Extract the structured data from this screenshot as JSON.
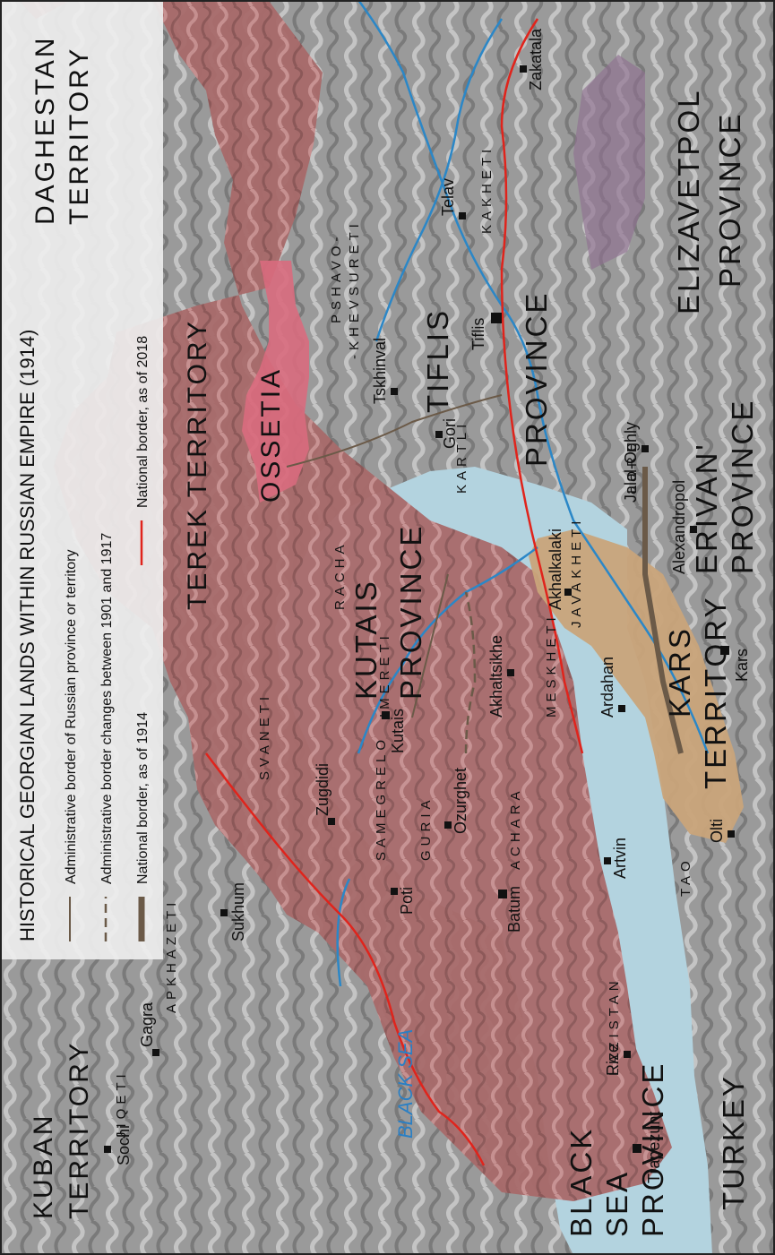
{
  "title": "HISTORICAL GEORGIAN LANDS WITHIN RUSSIAN EMPIRE (1914)",
  "legend": [
    {
      "label": "Administrative border of Russian  province or territory",
      "style": "solid-thin",
      "color": "#6b5a48"
    },
    {
      "label": "Administrative border changes between 1901 and 1917",
      "style": "dashed",
      "color": "#6b5a48"
    },
    {
      "label": "National border, as of 1914",
      "style": "solid-thick",
      "color": "#6b5a48"
    },
    {
      "label": "National border, as of 2018",
      "style": "solid-red",
      "color": "#e0241c"
    }
  ],
  "provinces": {
    "kuban": [
      "KUBAN",
      "TERRITORY"
    ],
    "terek": "TEREK  TERRITORY",
    "daghestan": [
      "DAGHESTAN",
      "TERRITORY"
    ],
    "black_sea": [
      "BLACK",
      "SEA",
      "PROVINCE"
    ],
    "kutais": [
      "KUTAIS",
      "PROVINCE"
    ],
    "tiflis": "TIFLIS",
    "tiflis_province": "PROVINCE",
    "elizavetpol": [
      "ELIZAVETPOL",
      "PROVINCE"
    ],
    "erivan": [
      "ERIVAN'",
      "PROVINCE"
    ],
    "kars": [
      "KARS",
      "TERRITORY"
    ],
    "turkey": "TURKEY",
    "ossetia": "OSSETIA"
  },
  "regions": {
    "jiqeti": "JIQETI",
    "apkhazeti": "APKHAZETI",
    "svaneti": "SVANETI",
    "samegrelo": "SAMEGRELO",
    "racha": "RACHA",
    "imereti": "IMERETI",
    "guria": "GURIA",
    "achara": "ACHARA",
    "meskheti": "MESKHETI",
    "javakheti": "JAVAKHETI",
    "kartli": "KARTLI",
    "pshavo": "PSHAVO-",
    "khevsureti": "-KHEVSURETI",
    "kakheti": "KAKHETI",
    "lazistan": "LAZISTAN",
    "tao": "TAO",
    "lore": "LORE"
  },
  "cities": {
    "sochi": "Sochi",
    "gagra": "Gagra",
    "sukhum": "Sukhum",
    "zugdidi": "Zugdidi",
    "poti": "Poti",
    "kutais": "Kutais",
    "ozurghet": "Ozurghet",
    "batum": "Batum",
    "artvin": "Artvin",
    "akhaltsikhe": "Akhaltsikhe",
    "ardahan": "Ardahan",
    "kars": "Kars",
    "olti": "Olti",
    "akhalkalaki": "Akhalkalaki",
    "alexandropol": "Alexandropol",
    "jalal_oghly": "Jalal-Oghly",
    "tskhinval": "Tskhinval",
    "gori": "Gori",
    "tiflis": "Tiflis",
    "telav": "Telav",
    "zakatala": "Zakatala",
    "trapezunt": "Trapezunt",
    "rize": "Rize"
  },
  "seas": {
    "black_sea": "BLACK SEA"
  },
  "colors": {
    "sea": "#b3d3df",
    "georgia": "#a86a6a",
    "ossetia": "#d96b7e",
    "kars": "#c9a47a",
    "mountain": "#9a9a9a",
    "river": "#2b87c7",
    "border_2018": "#e0241c",
    "border_admin": "#6b5a48"
  }
}
